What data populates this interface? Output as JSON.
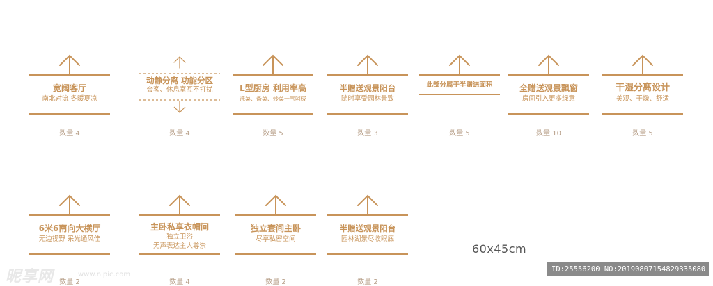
{
  "signs": [
    {
      "title": "宽阔客厅",
      "subtitle": "南北对流 冬暖夏凉",
      "quantity": "数量 4",
      "style": "normal"
    },
    {
      "title": "动静分离 功能分区",
      "subtitle": "会客、休息室互不打扰",
      "quantity": "数量 4",
      "style": "dashed"
    },
    {
      "title": "L型厨房 利用率高",
      "subtitle": "洗菜、备菜、炒菜一气呵成",
      "quantity": "数量 5",
      "style": "normal"
    },
    {
      "title": "半赠送观景阳台",
      "subtitle": "随时享受园林景致",
      "quantity": "数量 3",
      "style": "normal"
    },
    {
      "title": "此部分属于半赠送面积",
      "subtitle": "",
      "quantity": "数量 5",
      "style": "single"
    },
    {
      "title": "全赠送观景飘窗",
      "subtitle": "房间引入更多绿意",
      "quantity": "数量 10",
      "style": "normal"
    },
    {
      "title": "干湿分离设计",
      "subtitle": "美观、干燥、舒适",
      "quantity": "数量 5",
      "style": "normal"
    },
    {
      "title": "6米6南向大横厅",
      "subtitle": "无边视野  采光通风佳",
      "quantity": "数量 2",
      "style": "normal"
    },
    {
      "title": "主卧私享衣帽间",
      "subtitle": "独立卫浴",
      "subtitle2": "无声表达主人尊崇",
      "quantity": "数量 4",
      "style": "twoline"
    },
    {
      "title": "独立套间主卧",
      "subtitle": "尽享私密空间",
      "quantity": "数量 2",
      "style": "normal"
    },
    {
      "title": "半赠送观景阳台",
      "subtitle": "园林湖景尽收眼底",
      "quantity": "数量 2",
      "style": "normal"
    }
  ],
  "size_label": "60x45cm",
  "watermark": {
    "logo": "昵享网",
    "url": "www.nipic.com",
    "id": "ID:25556200 NO:20190807154829335080"
  },
  "colors": {
    "accent": "#c8945a"
  }
}
